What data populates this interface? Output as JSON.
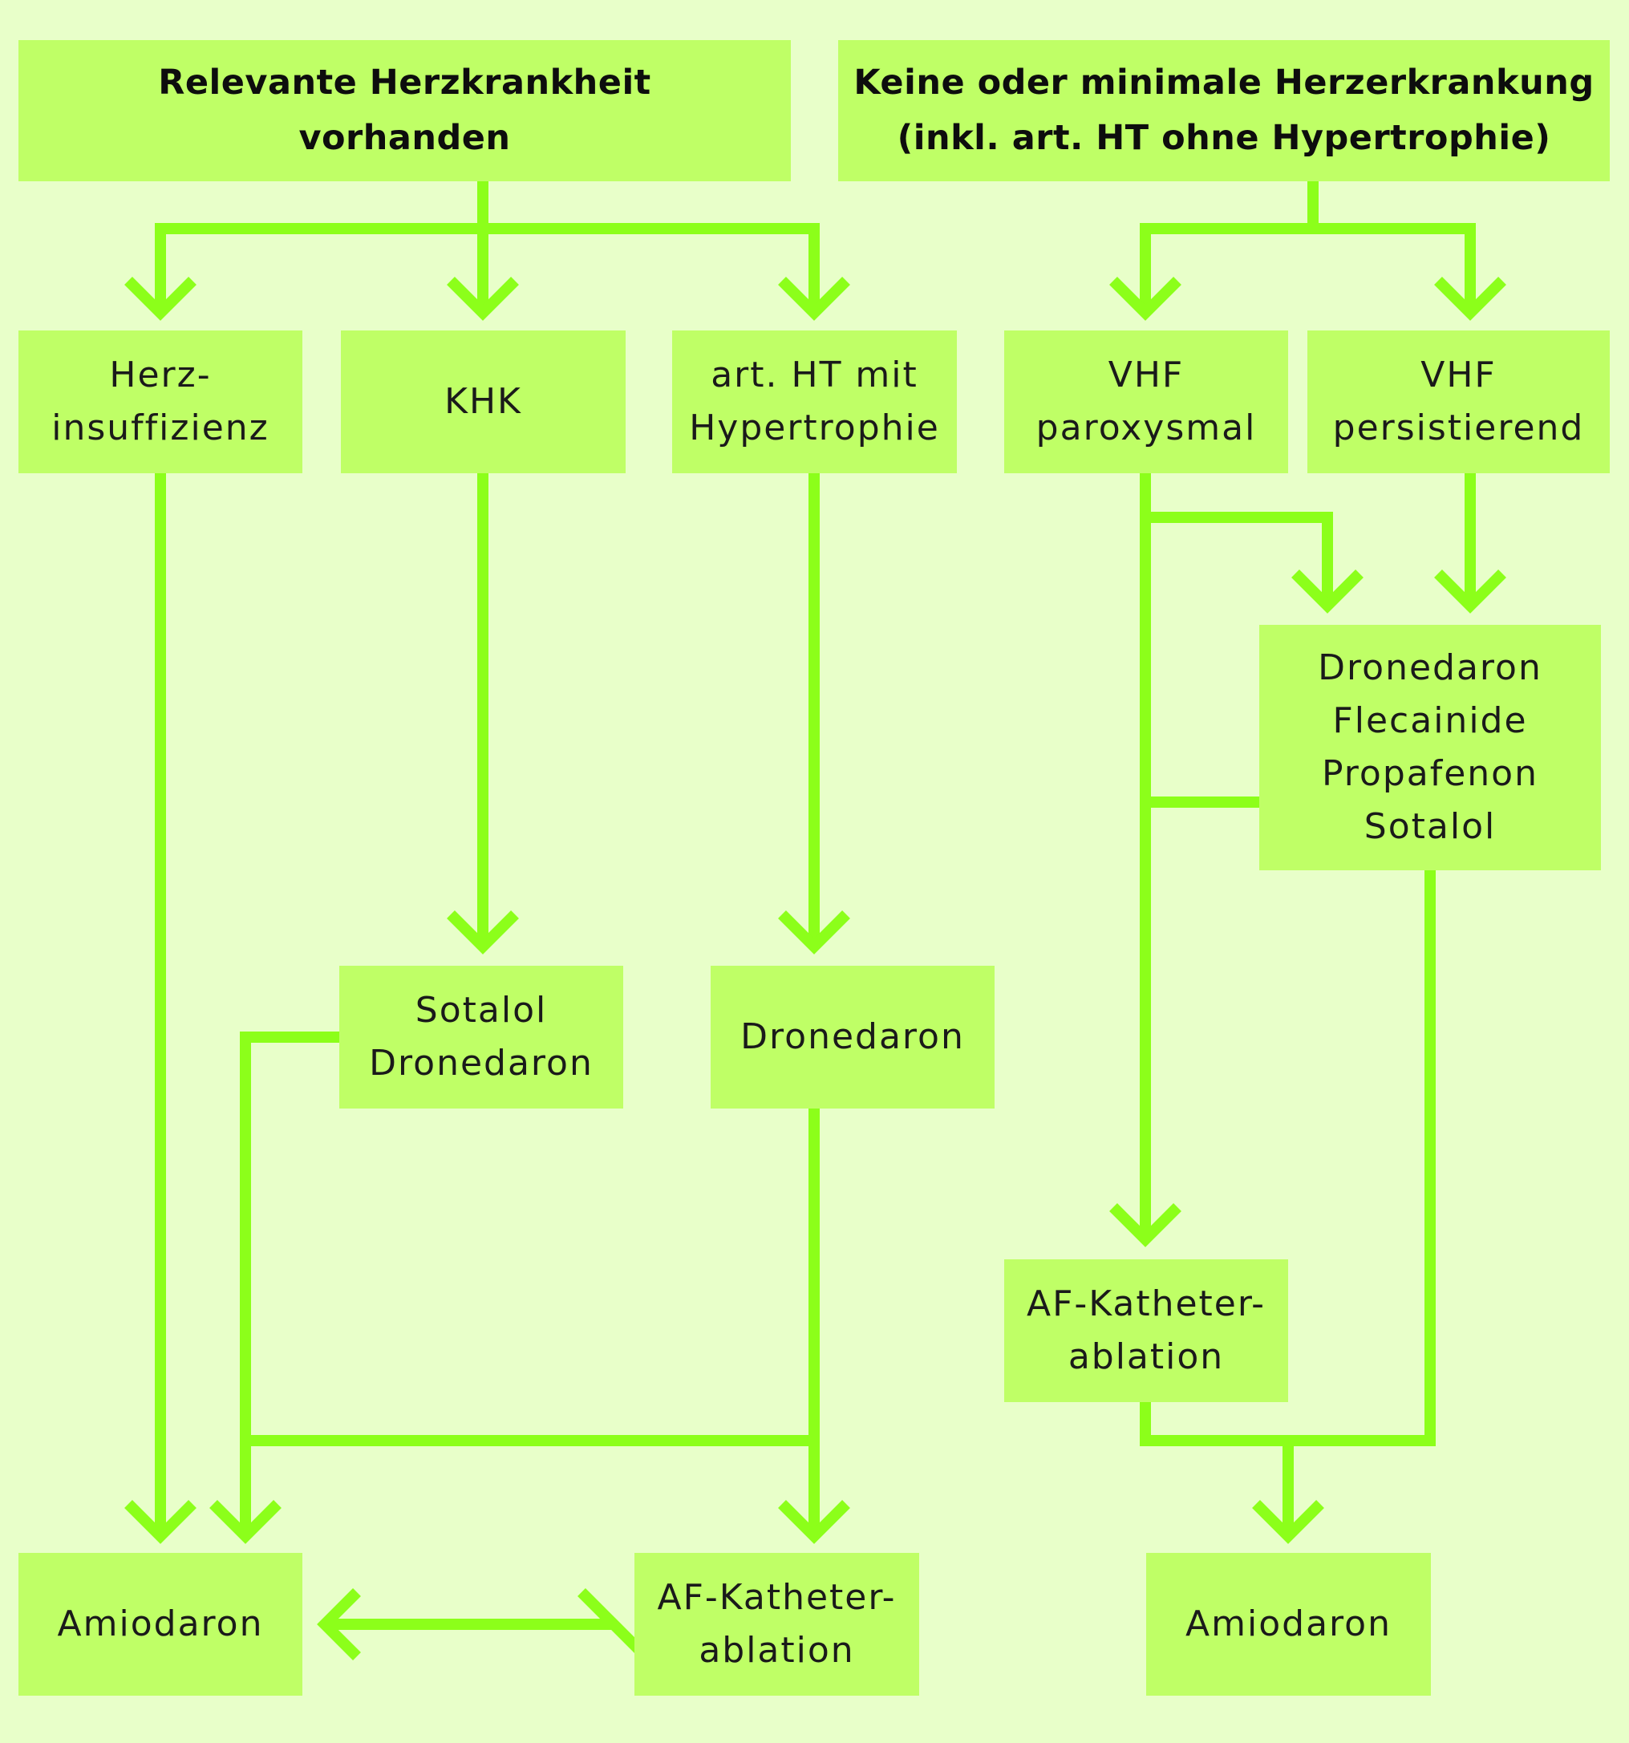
{
  "colors": {
    "background": "#e8ffc9",
    "box_fill": "#bfff66",
    "connector": "#8cff1a",
    "text": "#1a1a1a"
  },
  "headers": {
    "left": {
      "line1": "Relevante Herzkrankheit",
      "line2": "vorhanden"
    },
    "right": {
      "line1": "Keine oder minimale Herzerkrankung",
      "line2": "(inkl. art. HT ohne Hypertrophie)"
    }
  },
  "conditions": {
    "herzinsuffizienz": {
      "line1": "Herz-",
      "line2": "insuffizienz"
    },
    "khk": {
      "line1": "KHK"
    },
    "art_ht": {
      "line1": "art. HT mit",
      "line2": "Hypertrophie"
    },
    "vhf_paroxysmal": {
      "line1": "VHF",
      "line2": "paroxysmal"
    },
    "vhf_persistierend": {
      "line1": "VHF",
      "line2": "persistierend"
    }
  },
  "therapies": {
    "sotalol_dronedaron": {
      "line1": "Sotalol",
      "line2": "Dronedaron"
    },
    "dronedaron": {
      "line1": "Dronedaron"
    },
    "antiarrhythmics": {
      "line1": "Dronedaron",
      "line2": "Flecainide",
      "line3": "Propafenon",
      "line4": "Sotalol"
    },
    "ablation_right": {
      "line1": "AF-Katheter-",
      "line2": "ablation"
    }
  },
  "outcomes": {
    "amiodaron_left": {
      "line1": "Amiodaron"
    },
    "ablation_left": {
      "line1": "AF-Katheter-",
      "line2": "ablation"
    },
    "amiodaron_right": {
      "line1": "Amiodaron"
    }
  }
}
